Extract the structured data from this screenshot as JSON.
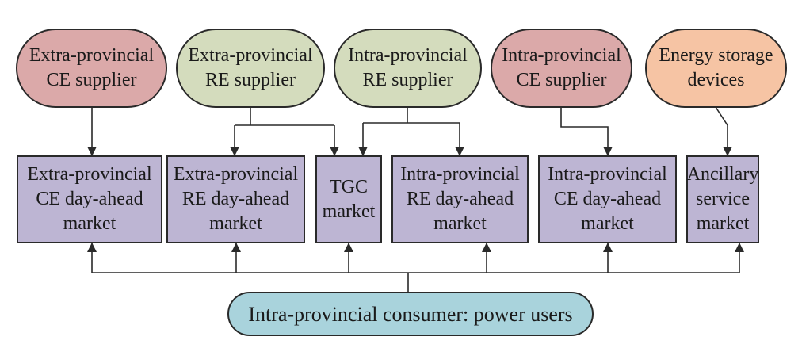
{
  "colors": {
    "ce_supplier": "#dba9a9",
    "re_supplier": "#d4dcbd",
    "storage": "#f6c4a4",
    "market": "#bdb5d3",
    "consumer": "#a9d3dc",
    "line": "#2a2a2a"
  },
  "suppliers": [
    {
      "id": "s1",
      "label": "Extra-provincial\nCE supplier",
      "kind": "ce_supplier"
    },
    {
      "id": "s2",
      "label": "Extra-provincial\nRE supplier",
      "kind": "re_supplier"
    },
    {
      "id": "s3",
      "label": "Intra-provincial\nRE supplier",
      "kind": "re_supplier"
    },
    {
      "id": "s4",
      "label": "Intra-provincial\nCE supplier",
      "kind": "ce_supplier"
    },
    {
      "id": "s5",
      "label": "Energy storage\ndevices",
      "kind": "storage"
    }
  ],
  "markets": [
    {
      "id": "m1",
      "label": "Extra-provincial\nCE day-ahead\nmarket"
    },
    {
      "id": "m2",
      "label": "Extra-provincial\nRE day-ahead\nmarket"
    },
    {
      "id": "m3",
      "label": "TGC\nmarket"
    },
    {
      "id": "m4",
      "label": "Intra-provincial\nRE day-ahead\nmarket"
    },
    {
      "id": "m5",
      "label": "Intra-provincial\nCE day-ahead\nmarket"
    },
    {
      "id": "m6",
      "label": "Ancillary\nservice\nmarket"
    }
  ],
  "consumer": {
    "label": "Intra-provincial consumer: power users"
  },
  "connections": [
    {
      "from": "s1",
      "to": "m1"
    },
    {
      "from": "s2",
      "to": "m2"
    },
    {
      "from": "s2",
      "to": "m3"
    },
    {
      "from": "s3",
      "to": "m3"
    },
    {
      "from": "s3",
      "to": "m4"
    },
    {
      "from": "s4",
      "to": "m5"
    },
    {
      "from": "s5",
      "to": "m6"
    },
    {
      "from": "consumer",
      "to": "m1"
    },
    {
      "from": "consumer",
      "to": "m2"
    },
    {
      "from": "consumer",
      "to": "m3"
    },
    {
      "from": "consumer",
      "to": "m4"
    },
    {
      "from": "consumer",
      "to": "m5"
    },
    {
      "from": "consumer",
      "to": "m6"
    }
  ]
}
